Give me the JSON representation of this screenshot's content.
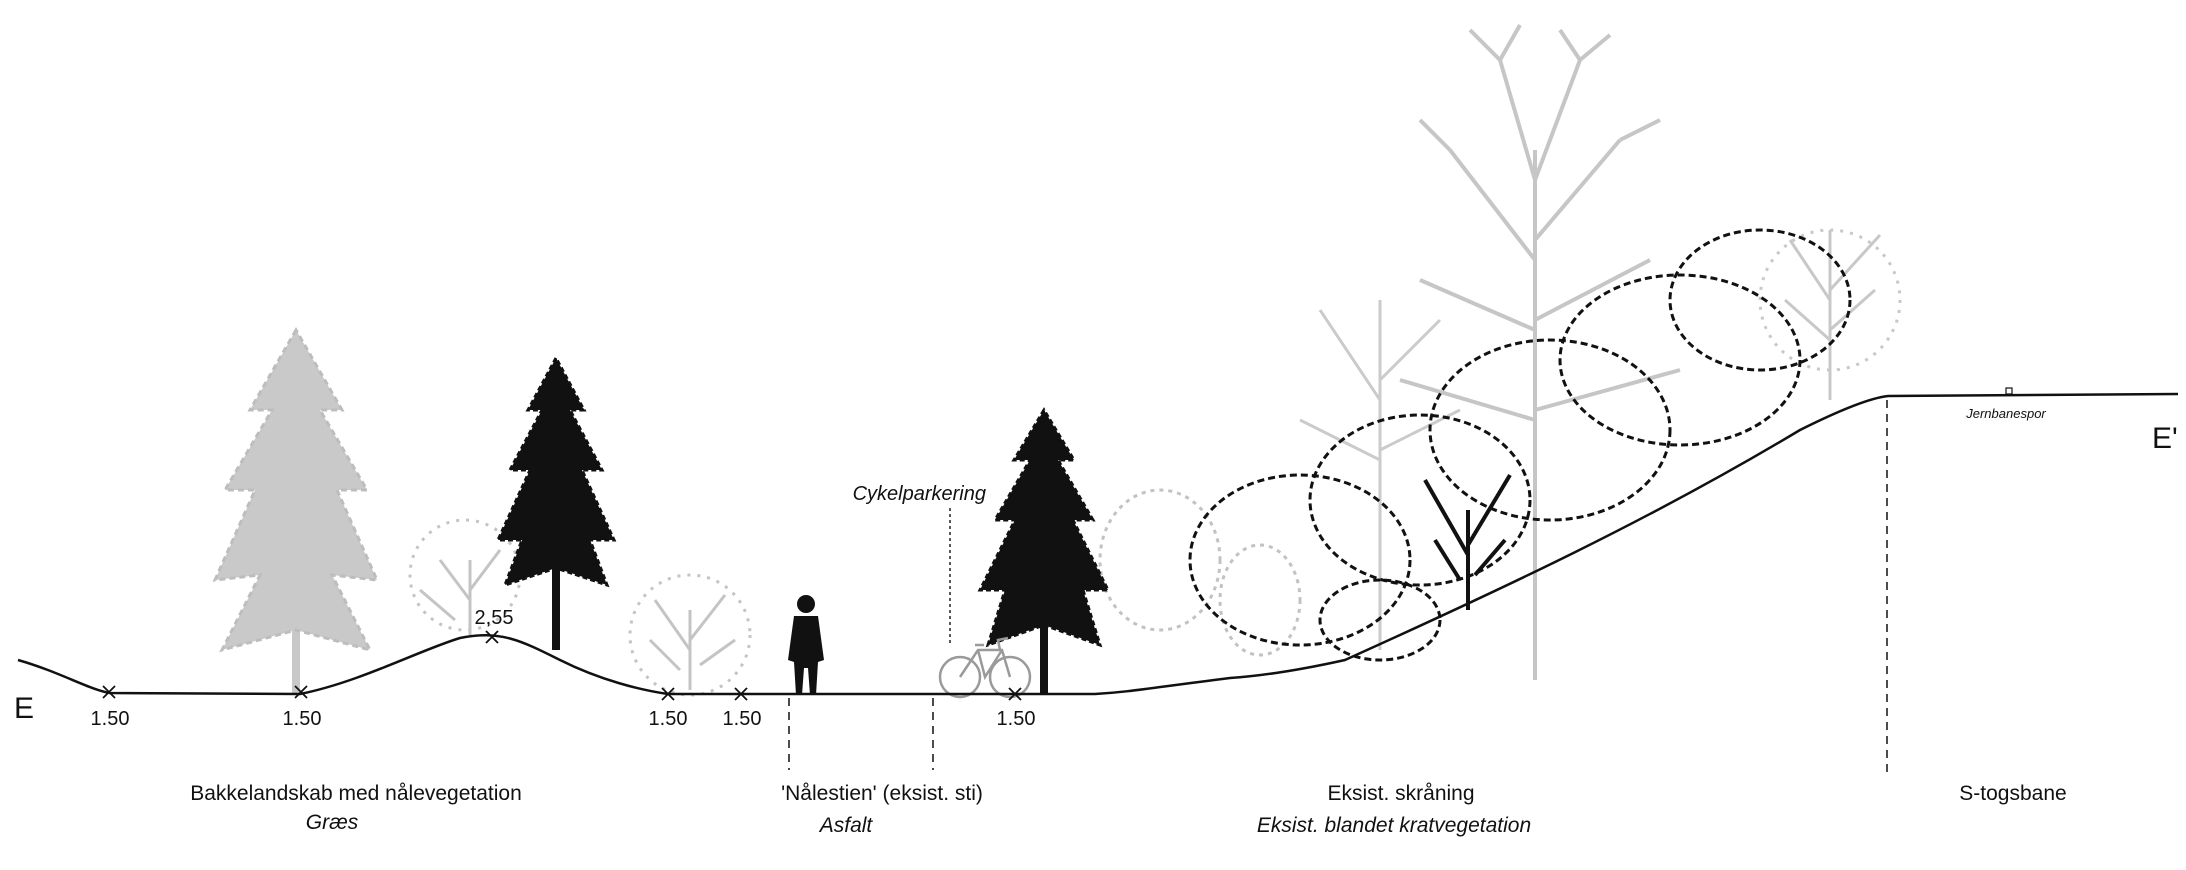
{
  "section": {
    "start_label": "E",
    "end_label": "E'",
    "zones": [
      {
        "title": "Bakkelandskab med nålevegetation",
        "surface": "Græs"
      },
      {
        "title": "'Nålestien' (eksist. sti)",
        "surface": "Asfalt"
      },
      {
        "title": "Eksist. skråning",
        "surface": "Eksist. blandet kratvegetation"
      },
      {
        "title": "S-togsbane",
        "surface": ""
      }
    ],
    "elevations": [
      "1.50",
      "1.50",
      "2,55",
      "1.50",
      "1.50",
      "1.50"
    ],
    "callouts": {
      "bike": "Cykelparkering",
      "rail": "Jernbanespor"
    }
  }
}
